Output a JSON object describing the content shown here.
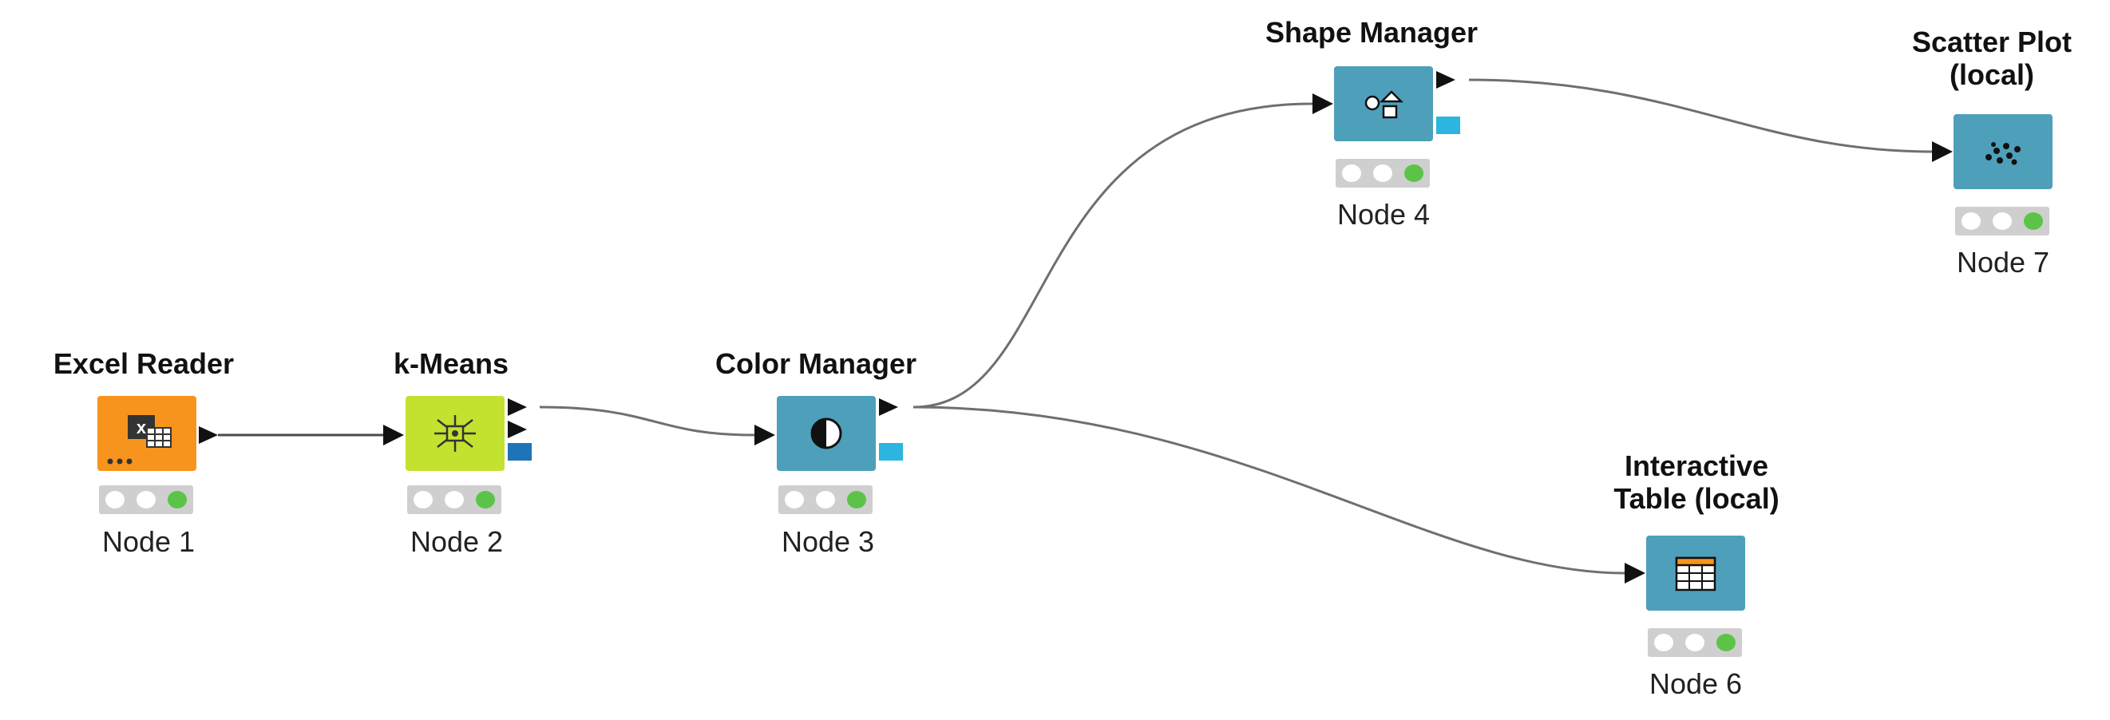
{
  "workflow": {
    "nodes": [
      {
        "title": "Excel Reader",
        "label": "Node 1",
        "icon": "excel-reader-icon",
        "color": "#f7941d"
      },
      {
        "title": "k-Means",
        "label": "Node 2",
        "icon": "k-means-icon",
        "color": "#c3e12f"
      },
      {
        "title": "Color Manager",
        "label": "Node 3",
        "icon": "color-manager-icon",
        "color": "#4e9fba"
      },
      {
        "title": "Shape Manager",
        "label": "Node 4",
        "icon": "shape-manager-icon",
        "color": "#4e9fba"
      },
      {
        "title": "Scatter Plot\n(local)",
        "label": "Node 7",
        "icon": "scatter-plot-icon",
        "color": "#4e9fba"
      },
      {
        "title": "Interactive\nTable (local)",
        "label": "Node 6",
        "icon": "interactive-table-icon",
        "color": "#4e9fba"
      }
    ],
    "status_colors": {
      "idle": "#ffffff",
      "executed": "#5bc448",
      "track": "#cfcfcf"
    },
    "model_port_colors": {
      "cluster_model": "#1f73b7",
      "color_model": "#2bb5e0"
    }
  }
}
